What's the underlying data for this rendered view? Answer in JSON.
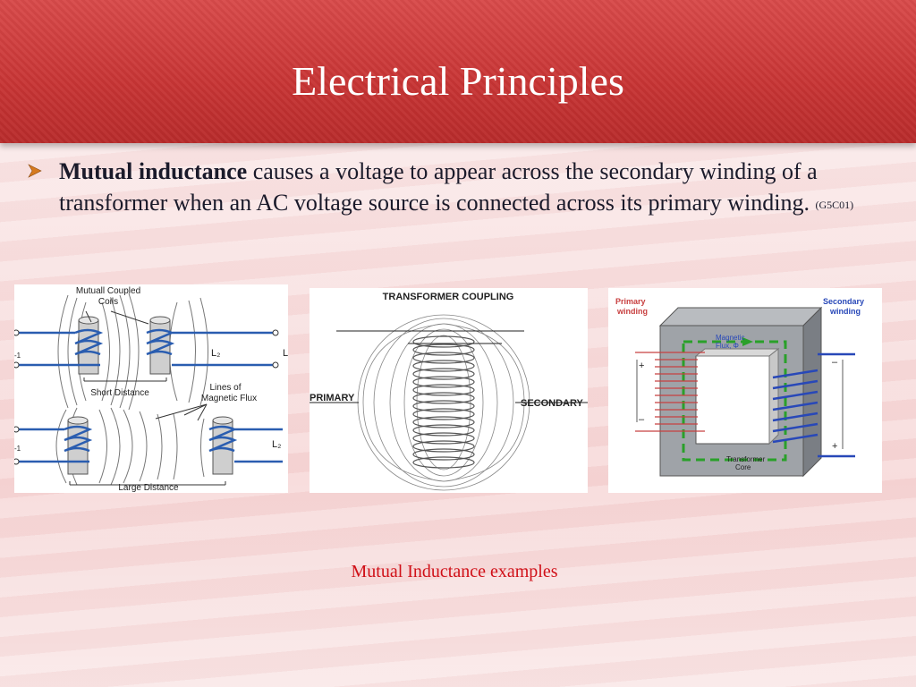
{
  "slide": {
    "title": "Electrical Principles",
    "bullet": {
      "bold": "Mutual inductance",
      "text": " causes a voltage to appear across the secondary winding of a transformer when an AC voltage source is connected across its primary winding.",
      "ref": "(G5C01)"
    },
    "caption": "Mutual Inductance examples"
  },
  "figure1": {
    "coils_label_1": "Mutuall Coupled",
    "coils_label_2": "Coils",
    "short_label": "Short Distance",
    "flux_label_1": "Lines of",
    "flux_label_2": "Magnetic Flux",
    "large_label": "Large Distance",
    "l2_top": "L₂",
    "l2_bottom": "L₂",
    "l_right": "L",
    "minus1_top": "-1",
    "minus1_bottom": "-1"
  },
  "figure2": {
    "title": "TRANSFORMER COUPLING",
    "primary": "PRIMARY",
    "secondary": "SECONDARY"
  },
  "figure3": {
    "primary_1": "Primary",
    "primary_2": "winding",
    "secondary_1": "Secondary",
    "secondary_2": "winding",
    "flux_1": "Magnetic",
    "flux_2": "Flux, Φ",
    "core_1": "Transformer",
    "core_2": "Core"
  },
  "colors": {
    "header_red": "#c73434",
    "caption_red": "#d01018",
    "bullet_orange": "#d67a1e"
  }
}
